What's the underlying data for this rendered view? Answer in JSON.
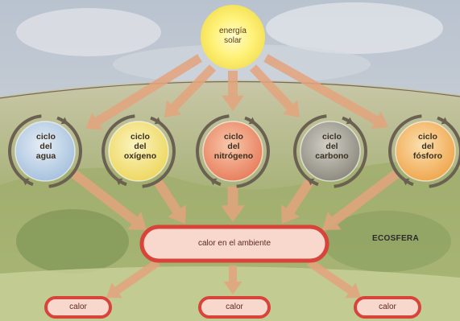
{
  "diagram": {
    "sun_label": [
      "energía",
      "solar"
    ],
    "cycles": [
      {
        "label": [
          "ciclo",
          "del",
          "agua"
        ],
        "color": "#b8cfe6"
      },
      {
        "label": [
          "ciclo",
          "del",
          "oxígeno"
        ],
        "color": "#f2e27a"
      },
      {
        "label": [
          "ciclo",
          "del",
          "nitrógeno"
        ],
        "color": "#ee9a7a"
      },
      {
        "label": [
          "ciclo",
          "del",
          "carbono"
        ],
        "color": "#a9a69c"
      },
      {
        "label": [
          "ciclo",
          "del",
          "fósforo"
        ],
        "color": "#f5be6e"
      }
    ],
    "ambient_heat_label": "calor en el ambiente",
    "heat_outputs": [
      "calor",
      "calor",
      "calor"
    ],
    "ecosphere_label": "ECOSFERA"
  },
  "colors": {
    "arrow": "#e3a37c",
    "pill_border": "#d8433a",
    "pill_fill": "#f8d8cc",
    "sun": "#fff48a"
  }
}
